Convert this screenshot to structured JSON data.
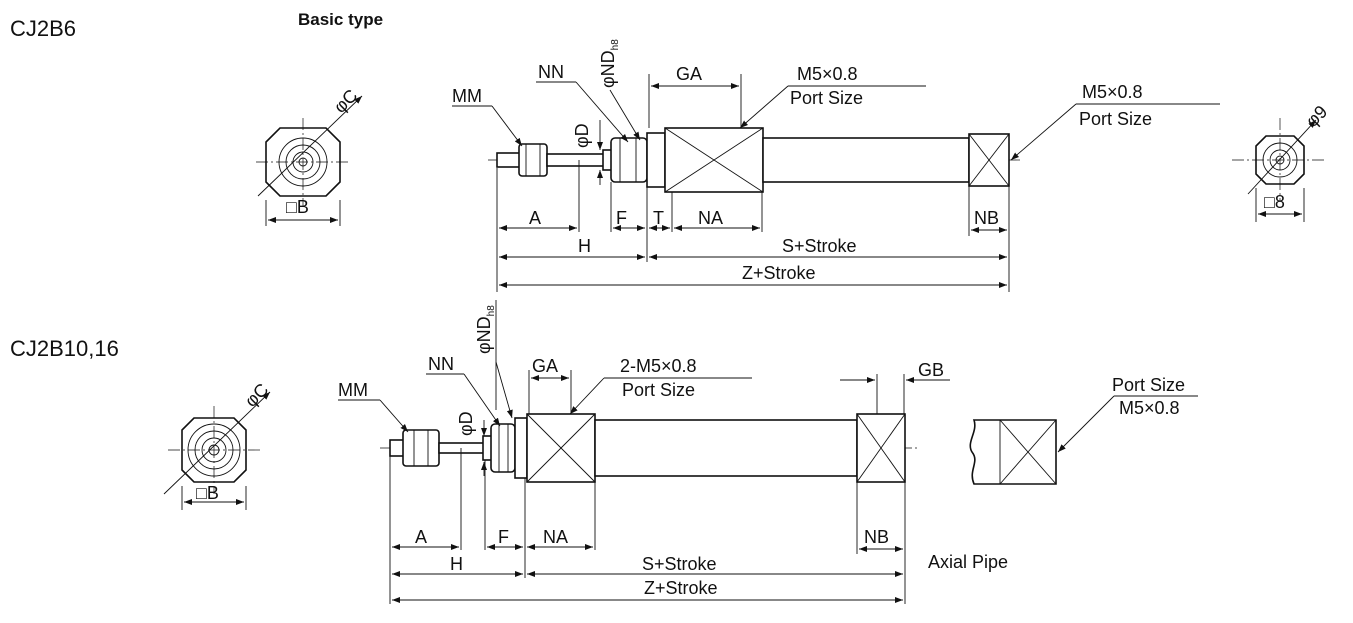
{
  "models": {
    "cj2b6": "CJ2B6",
    "cj2b10": "CJ2B10,16"
  },
  "basic_type": "Basic type",
  "top": {
    "MM": "MM",
    "NN": "NN",
    "ND": "φND",
    "ND_sub": "h8",
    "D": "φD",
    "GA": "GA",
    "port_thread": "M5×0.8",
    "port_size": "Port Size",
    "port2_thread": "M5×0.8",
    "port2_size": "Port Size",
    "C": "φC",
    "B": "□B",
    "phi9": "φ9",
    "sq8": "□8",
    "A": "A",
    "F": "F",
    "T": "T",
    "NA": "NA",
    "NB": "NB",
    "H": "H",
    "S": "S+Stroke",
    "Z": "Z+Stroke"
  },
  "bottom": {
    "MM": "MM",
    "NN": "NN",
    "ND": "φND",
    "ND_sub": "h8",
    "D": "φD",
    "GA": "GA",
    "GB": "GB",
    "port_thread": "2-M5×0.8",
    "port_size": "Port Size",
    "axial_size": "Port Size",
    "axial_thread": "M5×0.8",
    "C": "φC",
    "B": "□B",
    "A": "A",
    "F": "F",
    "NA": "NA",
    "NB": "NB",
    "H": "H",
    "S": "S+Stroke",
    "Z": "Z+Stroke",
    "axial": "Axial Pipe"
  }
}
